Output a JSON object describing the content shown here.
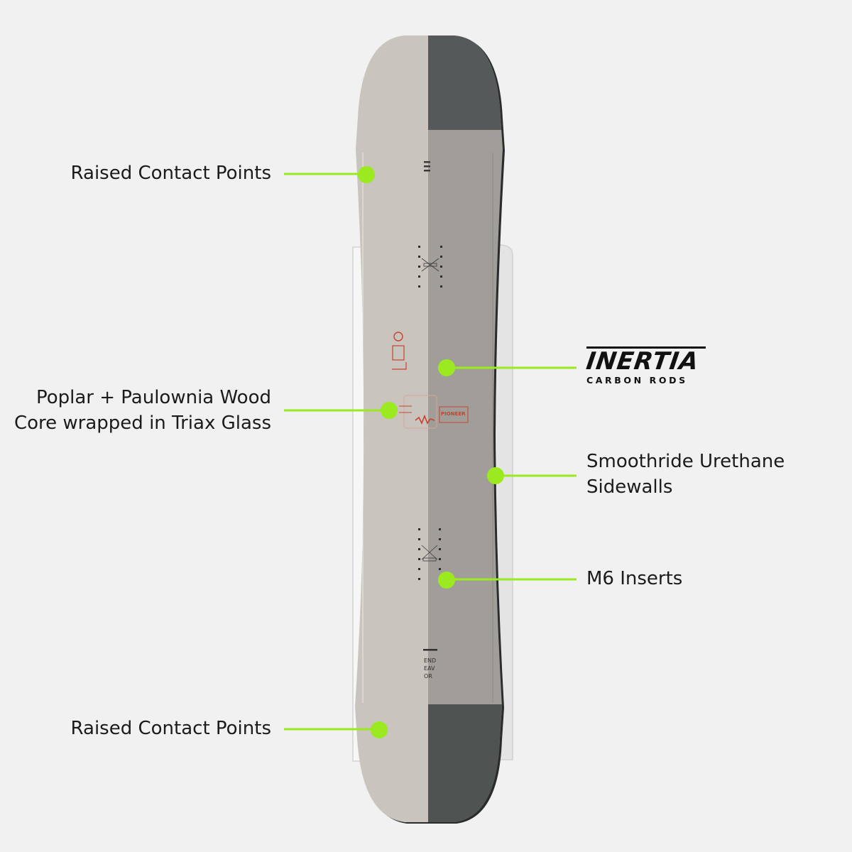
{
  "image": {
    "subject": "snowboard",
    "accent_color": "#9aea1f",
    "board_colors": {
      "light": "#c9c4be",
      "mid_gray": "#a19e9a",
      "dark_green_gray": "#56595a",
      "graphic_red": "#c8432c"
    }
  },
  "callouts": [
    {
      "id": "raised-contact-top",
      "lines": [
        "Raised Contact Points"
      ]
    },
    {
      "id": "wood-core",
      "lines": [
        "Poplar + Paulownia Wood",
        "Core wrapped in Triax Glass"
      ]
    },
    {
      "id": "raised-contact-bottom",
      "lines": [
        "Raised Contact Points"
      ]
    },
    {
      "id": "inertia",
      "logo_word": "INERTIA",
      "logo_sub": "CARBON RODS"
    },
    {
      "id": "sidewalls",
      "lines": [
        "Smoothride Urethane",
        "Sidewalls"
      ]
    },
    {
      "id": "inserts",
      "lines": [
        "M6 Inserts"
      ]
    }
  ],
  "board_graphics": {
    "brand_stack": [
      "END",
      "EAV",
      "OR"
    ],
    "model_name": "PIONEER"
  }
}
